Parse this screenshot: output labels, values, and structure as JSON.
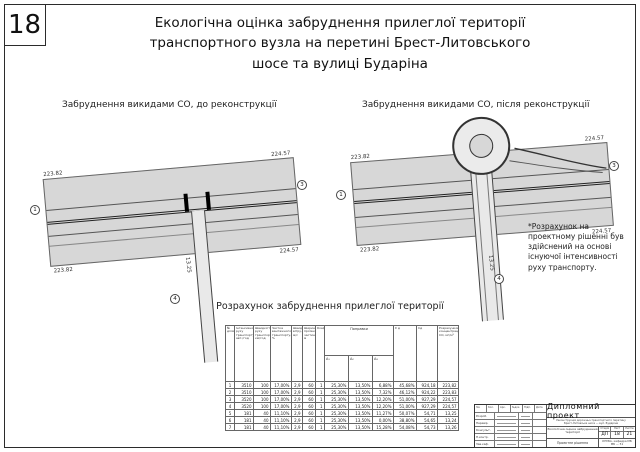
{
  "page": {
    "number": "18",
    "title_lines": [
      "Екологічна оцінка забруднення прилеглої території",
      "транспортного вузла на перетині Брест-Литовського",
      "шосе та вулиці Бударіна"
    ]
  },
  "diagrams": {
    "left": {
      "caption": "Забруднення викидами СО, до реконструкції",
      "elev_tl": "223.82",
      "elev_tr": "224.57",
      "elev_br": "224.57",
      "elev_bl": "223.82",
      "marker_left": "1",
      "marker_right": "3",
      "marker_bottom": "4",
      "road_width_label": "13.25"
    },
    "right": {
      "caption": "Забруднення викидами СО, після реконструкції",
      "elev_tl": "223.82",
      "elev_tr": "224.57",
      "elev_br": "224.57",
      "elev_bl": "223.82",
      "marker_left": "1",
      "marker_right": "3",
      "marker_bottom": "4",
      "road_width_label": "13.25",
      "note": "*Розрахунок на проектному рішенні був здійснений на основі існуючої інтенсивності руху транспорту."
    }
  },
  "table": {
    "title": "Розрахунок забруднення прилеглої території",
    "col_headers": [
      "№ ділянки",
      "Інтенсивність руху транспорту, авт./год",
      "Швидкість руху транспорту, км/год",
      "Частка вантажного транспорту, %",
      "Швидкість вітру, м/с",
      "Ширина проїзної частини, м",
      "Коеф.",
      "Σ д",
      "Сд",
      "Розрахункова концентрація CO, мг/м³"
    ],
    "group_header": "Поправки",
    "sub_headers": [
      "А₁",
      "А₂",
      "А₃"
    ],
    "rows": [
      [
        "1",
        "3510",
        "100",
        "17,00%",
        "2,9",
        "60",
        "1",
        "25,30%",
        "13,50%",
        "6,88%",
        "45,68%",
        "924,18",
        "223,82"
      ],
      [
        "2",
        "3510",
        "100",
        "17,00%",
        "2,9",
        "60",
        "1",
        "25,30%",
        "13,50%",
        "7,32%",
        "46,12%",
        "924,22",
        "223,83"
      ],
      [
        "3",
        "3520",
        "100",
        "17,00%",
        "2,9",
        "60",
        "1",
        "25,30%",
        "13,50%",
        "12,20%",
        "51,00%",
        "927,29",
        "224,57"
      ],
      [
        "4",
        "3520",
        "100",
        "17,00%",
        "2,9",
        "60",
        "1",
        "25,30%",
        "13,50%",
        "12,20%",
        "51,00%",
        "927,29",
        "224,57"
      ],
      [
        "5",
        "181",
        "40",
        "11,10%",
        "2,9",
        "60",
        "1",
        "25,30%",
        "13,50%",
        "11,27%",
        "50,07%",
        "54,71",
        "13,25"
      ],
      [
        "6",
        "181",
        "40",
        "11,10%",
        "2,9",
        "60",
        "1",
        "25,30%",
        "13,50%",
        "0,00%",
        "38,80%",
        "54,65",
        "13,24"
      ],
      [
        "7",
        "181",
        "40",
        "11,10%",
        "2,9",
        "60",
        "1",
        "25,30%",
        "13,50%",
        "15,28%",
        "54,08%",
        "54,73",
        "13,26"
      ]
    ]
  },
  "stamp": {
    "doc_type": "Дипломний проект",
    "project_lines": [
      "Реконструкція дорожньо-транспортного перетину",
      "Брест-Литовське шосе — вул. Бударіна"
    ],
    "sheet_title": "Екологічна оцінка забруднення території",
    "content_label": "Проектне рішення",
    "org_lines": [
      "КНУБА, кафедра МБ",
      "МБ — 51"
    ],
    "stage_label": "Стадія",
    "sheet_label": "Лист",
    "sheets_label": "Листів",
    "stage": "ДП",
    "sheet": "18",
    "sheets": "21",
    "grid_header": [
      "Зм.",
      "Кол.",
      "Арк.",
      "№док.",
      "Підп.",
      "Дата"
    ],
    "sign_roles": [
      "Розроб.",
      "Перевір.",
      "Консульт.",
      "Н.контр.",
      "Зав.каф."
    ]
  }
}
